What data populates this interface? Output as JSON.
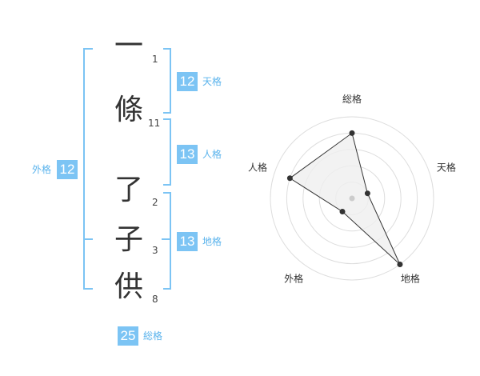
{
  "name": {
    "surname": [
      {
        "char": "一",
        "strokes": "1"
      },
      {
        "char": "條",
        "strokes": "11"
      }
    ],
    "given": [
      {
        "char": "了",
        "strokes": "2"
      },
      {
        "char": "子",
        "strokes": "3"
      },
      {
        "char": "供",
        "strokes": "8"
      }
    ]
  },
  "fortunes": {
    "tenkaku": {
      "label": "天格",
      "value": "12"
    },
    "jinkaku": {
      "label": "人格",
      "value": "13"
    },
    "chikaku": {
      "label": "地格",
      "value": "13"
    },
    "gaikaku": {
      "label": "外格",
      "value": "12"
    },
    "soukaku": {
      "label": "総格",
      "value": "25"
    }
  },
  "chart_data": {
    "type": "radar",
    "axes": [
      "総格",
      "天格",
      "地格",
      "外格",
      "人格"
    ],
    "values": [
      4,
      1,
      5,
      1,
      4
    ],
    "max": 5,
    "colors": {
      "fill": "#efefef",
      "line": "#333333",
      "grid": "#dddddd",
      "point": "#333333",
      "center": "#cccccc"
    }
  },
  "colors": {
    "accent": "#7cc4f4",
    "accent_text": "#5ab3ec"
  }
}
